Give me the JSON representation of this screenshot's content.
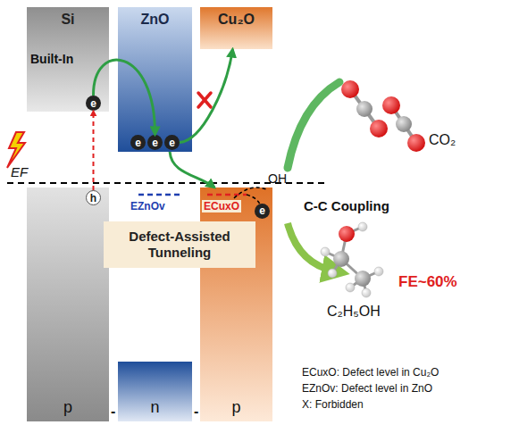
{
  "diagram": {
    "nodes": [
      {
        "text": [
          "Si"
        ]
      },
      {
        "text": [
          "e"
        ],
        "in": 0
      },
      {
        "text": [
          "ZnO"
        ]
      },
      {
        "text": [
          "e"
        ],
        "in": 2
      },
      {
        "text": [
          "e"
        ],
        "in": 2
      },
      {
        "text": [
          "e"
        ],
        "in": 2
      },
      {
        "text": [
          "Cu₂O"
        ]
      },
      {
        "text": [
          "p"
        ]
      },
      {
        "text": [
          "h"
        ],
        "in": 7
      },
      {
        "text": [
          "n"
        ]
      },
      {
        "text": [
          "p"
        ]
      },
      {
        "text": [
          "Defect-Assisted Tunneling"
        ]
      }
    ],
    "edges": [
      {
        "from": 1,
        "to": 4,
        "arrow": "to",
        "label": "Built-In"
      },
      {
        "from": 5,
        "to": 6,
        "arrow": "to"
      },
      {
        "from": 2,
        "to": 10,
        "arrow": "to"
      },
      {
        "from": 8,
        "to": 1,
        "arrow": "to"
      }
    ],
    "labels": [
      "EF",
      "EZnOv",
      "ECuxO",
      "OH",
      "e",
      "C-C Coupling",
      "CO₂",
      "C₂H₅OH",
      "FE~60%",
      "-",
      "-",
      "ECuxO: Defect level in Cu₂O",
      "EZnOv: Defect level in ZnO",
      "X: Forbidden"
    ]
  }
}
